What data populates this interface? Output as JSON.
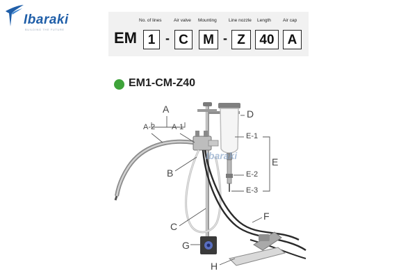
{
  "logo": {
    "brand": "Ibaraki",
    "tagline": "BUILDING THE FUTURE",
    "icon": "bird-logo-icon"
  },
  "model_code": {
    "prefix": "EM",
    "headers": [
      "No. of lines",
      "Air valve",
      "Mounting",
      "Line nozzle",
      "Length",
      "Air cap"
    ],
    "slots": [
      "1",
      "C",
      "M",
      "Z",
      "40",
      "A"
    ],
    "separator": "-"
  },
  "model_title": "EM1-CM-Z40",
  "colors": {
    "accent_dot": "#3ea33a",
    "brand_blue": "#1f5ea8"
  },
  "callouts": {
    "A": "A",
    "A2": "A-2",
    "A1": "A-1",
    "B": "B",
    "C": "C",
    "D": "D",
    "E": "E",
    "E1": "E-1",
    "E2": "E-2",
    "E3": "E-3",
    "F": "F",
    "G": "G",
    "H": "H"
  },
  "watermark": "Ibaraki"
}
